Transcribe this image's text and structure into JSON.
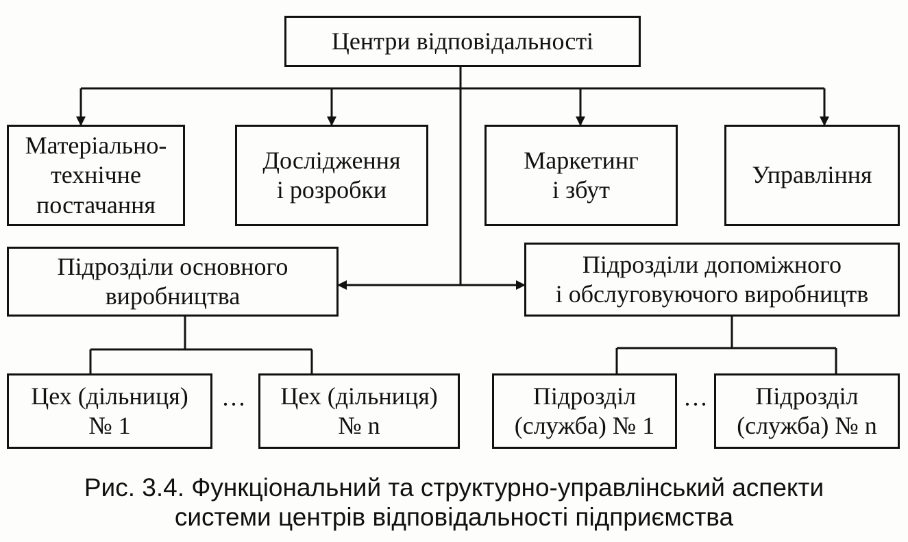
{
  "diagram": {
    "root": {
      "label": "Центри відповідальності"
    },
    "functional_centers": [
      {
        "label": "Матеріально-\nтехнічне\nпостачання"
      },
      {
        "label": "Дослідження\nі розробки"
      },
      {
        "label": "Маркетинг\nі збут"
      },
      {
        "label": "Управління"
      }
    ],
    "main_production": {
      "label": "Підрозділи основного\nвиробництва"
    },
    "auxiliary_production": {
      "label": "Підрозділи допоміжного\nі обслуговуючого виробництв"
    },
    "main_children": [
      {
        "label": "Цех (дільниця)\n№ 1"
      },
      {
        "label": "Цех (дільниця)\n№ n"
      }
    ],
    "auxiliary_children": [
      {
        "label": "Підрозділ\n(служба) № 1"
      },
      {
        "label": "Підрозділ\n(служба) № n"
      }
    ],
    "ellipsis": "···"
  },
  "caption": {
    "text": "Рис. 3.4. Функціональний та структурно-управлінський аспекти\nсистеми центрів відповідальності підприємства"
  }
}
